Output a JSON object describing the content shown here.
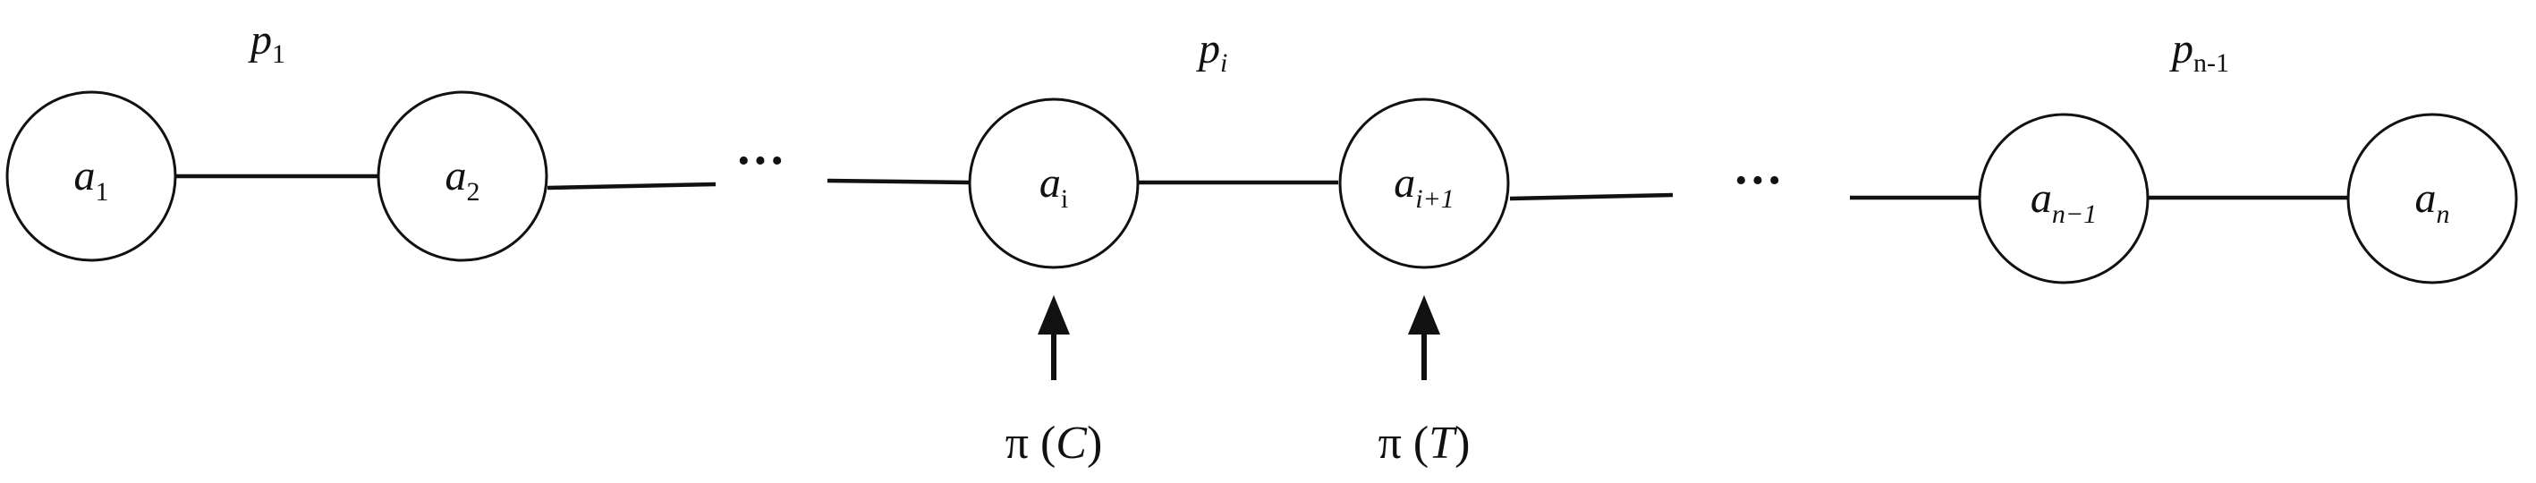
{
  "path_labels": [
    {
      "letter": "p",
      "sub": "1",
      "sub_italic": false
    },
    {
      "letter": "p",
      "sub": "i",
      "sub_italic": true
    },
    {
      "letter": "p",
      "sub": "n-1",
      "sub_italic": false
    }
  ],
  "nodes": [
    {
      "letter": "a",
      "sub": "1",
      "sub_italic": false
    },
    {
      "letter": "a",
      "sub": "2",
      "sub_italic": false
    },
    {
      "letter": "a",
      "sub": "i",
      "sub_italic": false
    },
    {
      "letter": "a",
      "sub": "i+1",
      "sub_italic": true
    },
    {
      "letter": "a",
      "sub": "n−1",
      "sub_italic": true
    },
    {
      "letter": "a",
      "sub": "n",
      "sub_italic": true
    }
  ],
  "ellipses": [
    "···",
    "···"
  ],
  "pointers": [
    {
      "symbol": "π",
      "arg": "C",
      "target_node": "a_i"
    },
    {
      "symbol": "π",
      "arg": "T",
      "target_node": "a_i+1"
    }
  ],
  "colors": {
    "stroke": "#111111",
    "background": "#ffffff"
  }
}
